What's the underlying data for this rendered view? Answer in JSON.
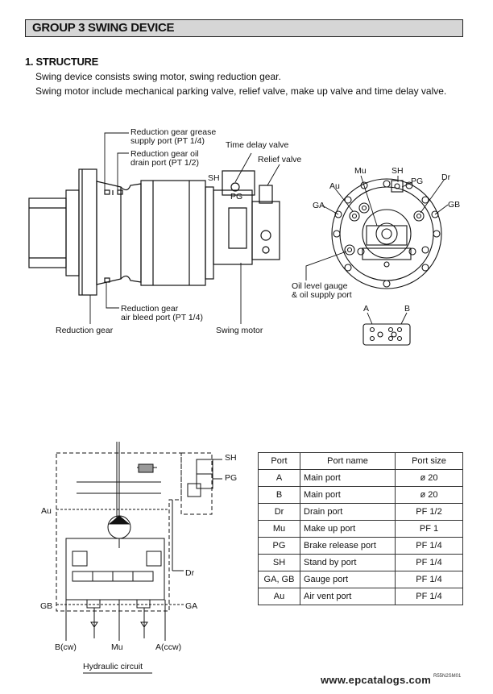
{
  "header": {
    "group_title": "GROUP 3  SWING DEVICE"
  },
  "section": {
    "title": "1. STRUCTURE",
    "lines": [
      "Swing device consists swing motor, swing reduction gear.",
      "Swing motor include mechanical parking valve, relief valve, make up valve and time delay valve."
    ]
  },
  "structure_labels": {
    "grease_port": [
      "Reduction gear grease",
      "supply port (PT 1/4)"
    ],
    "oil_drain": [
      "Reduction gear oil",
      "drain port (PT 1/2)"
    ],
    "time_delay": "Time delay valve",
    "relief": "Relief valve",
    "sh": "SH",
    "pg": "PG",
    "air_bleed": [
      "Reduction gear",
      "air bleed port (PT 1/4)"
    ],
    "reduction_gear": "Reduction gear",
    "swing_motor": "Swing motor"
  },
  "top_view_labels": {
    "mu": "Mu",
    "sh": "SH",
    "pg": "PG",
    "dr": "Dr",
    "au": "Au",
    "ga": "GA",
    "gb": "GB",
    "oil_level": [
      "Oil level gauge",
      "& oil supply port"
    ],
    "a": "A",
    "b": "B"
  },
  "circuit_labels": {
    "sh": "SH",
    "pg": "PG",
    "au": "Au",
    "dr": "Dr",
    "gb": "GB",
    "ga": "GA",
    "b_cw": "B(cw)",
    "mu": "Mu",
    "a_ccw": "A(ccw)",
    "caption": "Hydraulic circuit"
  },
  "port_table": {
    "headers": [
      "Port",
      "Port name",
      "Port size"
    ],
    "rows": [
      [
        "A",
        "Main port",
        "ø 20"
      ],
      [
        "B",
        "Main port",
        "ø 20"
      ],
      [
        "Dr",
        "Drain port",
        "PF 1/2"
      ],
      [
        "Mu",
        "Make up port",
        "PF 1"
      ],
      [
        "PG",
        "Brake release port",
        "PF 1/4"
      ],
      [
        "SH",
        "Stand by port",
        "PF 1/4"
      ],
      [
        "GA, GB",
        "Gauge port",
        "PF 1/4"
      ],
      [
        "Au",
        "Air vent port",
        "PF 1/4"
      ]
    ]
  },
  "footer": {
    "watermark": "www.epcatalogs.com",
    "code": "R55N2SM01"
  }
}
